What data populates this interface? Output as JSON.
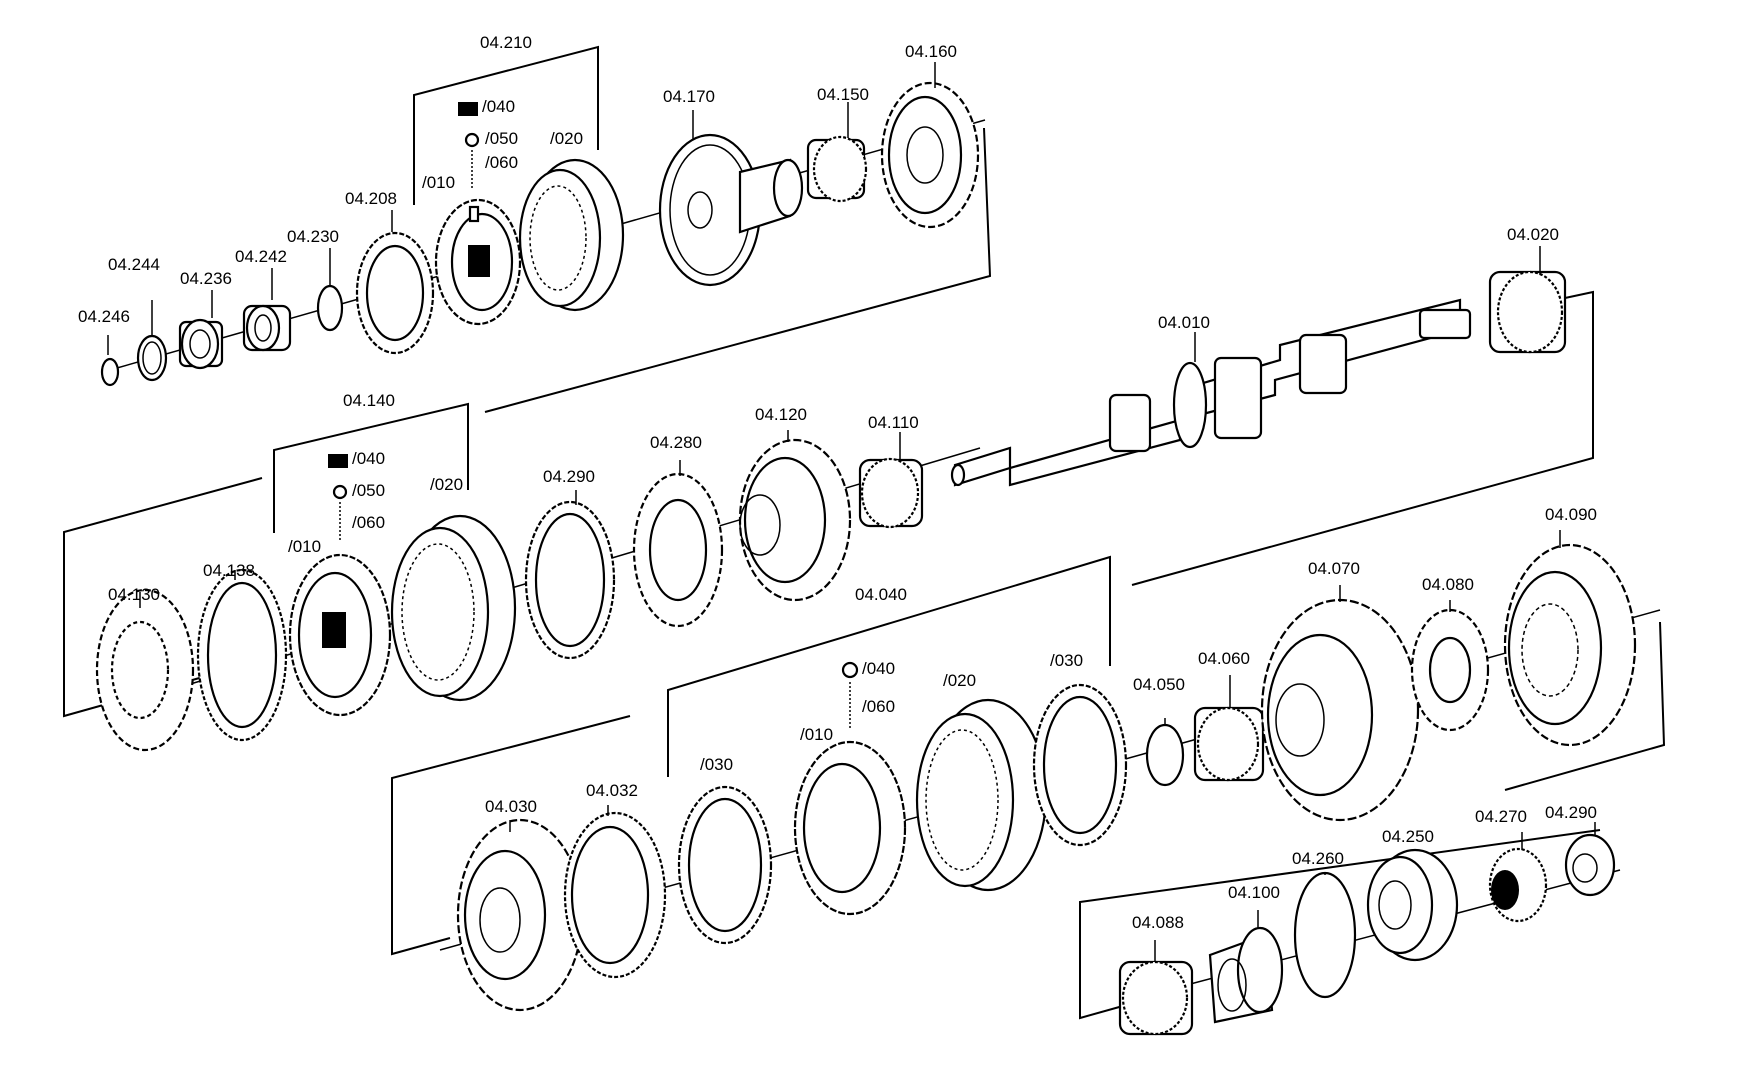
{
  "labels": {
    "p04210": "04.210",
    "p04208": "04.208",
    "p04230": "04.230",
    "p04242": "04.242",
    "p04236": "04.236",
    "p04244": "04.244",
    "p04246": "04.246",
    "p04170": "04.170",
    "p04150": "04.150",
    "p04160": "04.160",
    "p04020": "04.020",
    "p04010": "04.010",
    "p04140": "04.140",
    "p04130": "04.130",
    "p04138": "04.138",
    "p04290a": "04.290",
    "p04280": "04.280",
    "p04120": "04.120",
    "p04110": "04.110",
    "p04040": "04.040",
    "p04030": "04.030",
    "p04032": "04.032",
    "p04050": "04.050",
    "p04060": "04.060",
    "p04070": "04.070",
    "p04080": "04.080",
    "p04090": "04.090",
    "p04088": "04.088",
    "p04100": "04.100",
    "p04260": "04.260",
    "p04250": "04.250",
    "p04270": "04.270",
    "p04290b": "04.290",
    "s1_010": "/010",
    "s1_020": "/020",
    "s1_040": "/040",
    "s1_050": "/050",
    "s1_060": "/060",
    "s2_010": "/010",
    "s2_020": "/020",
    "s2_040": "/040",
    "s2_050": "/050",
    "s2_060": "/060",
    "s3_010": "/010",
    "s3_020": "/020",
    "s3_030a": "/030",
    "s3_030b": "/030",
    "s3_040": "/040",
    "s3_060": "/060"
  }
}
